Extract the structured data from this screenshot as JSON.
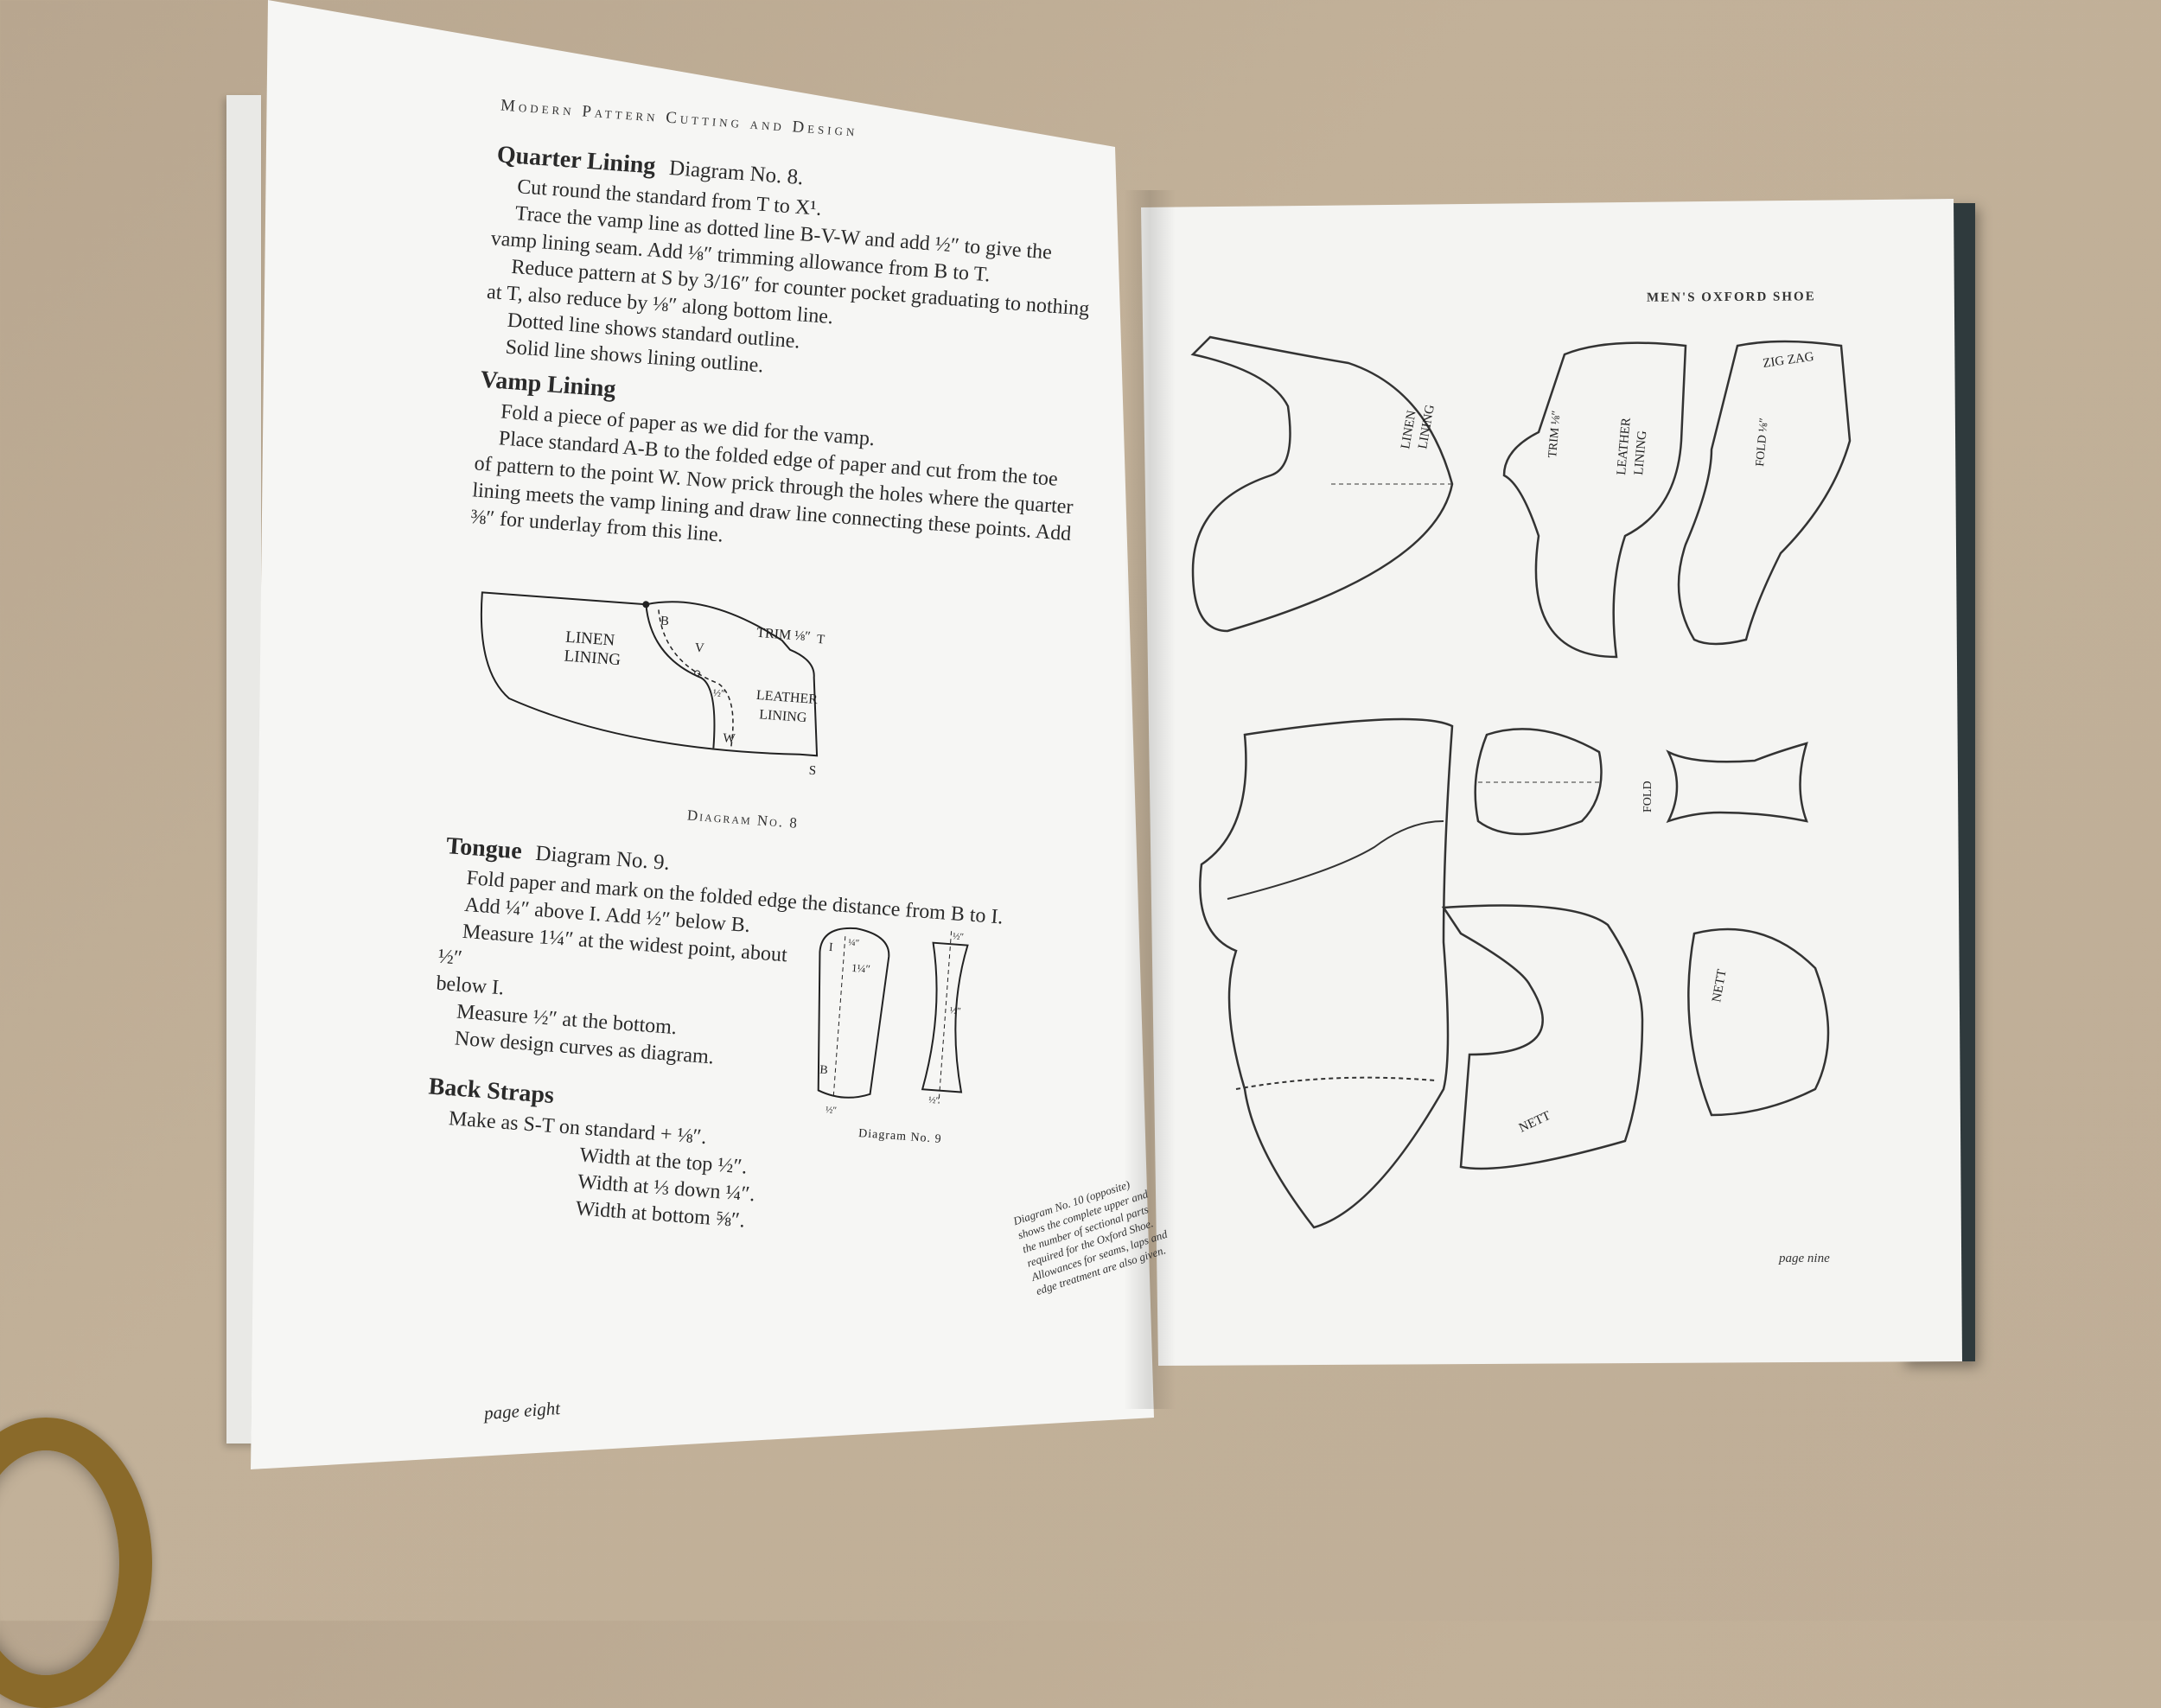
{
  "left_page": {
    "running_head": "Modern Pattern Cutting and Design",
    "quarter_lining": {
      "title": "Quarter Lining",
      "ref": "Diagram No. 8.",
      "lines": [
        "Cut round the standard from T to X¹.",
        "Trace the vamp line as dotted line B-V-W and add ½″ to give the vamp lining seam. Add ⅛″ trimming allowance from B to T.",
        "Reduce pattern at S by 3/16″ for counter pocket graduating to nothing at T, also reduce by ⅛″ along bottom line.",
        "Dotted line shows standard outline.",
        "Solid line shows lining outline."
      ]
    },
    "vamp_lining": {
      "title": "Vamp Lining",
      "lines": [
        "Fold a piece of paper as we did for the vamp.",
        "Place standard A-B to the folded edge of paper and cut from the toe of pattern to the point W. Now prick through the holes where the quarter lining meets the vamp lining and draw line connecting these points. Add ⅜″ for underlay from this line."
      ]
    },
    "diagram8": {
      "caption": "Diagram No. 8",
      "label_linen": "LINEN",
      "label_lining": "LINING",
      "label_leather": "LEATHER",
      "label_leather_lining": "LINING",
      "label_trim": "TRIM ⅛″",
      "label_b": "B",
      "label_v": "V",
      "label_w": "W",
      "label_t": "T",
      "label_s": "S",
      "label_half": "½″"
    },
    "tongue": {
      "title": "Tongue",
      "ref": "Diagram No. 9.",
      "lines": [
        "Fold paper and mark on the folded edge the distance from B to I.",
        "Add ¼″ above I.   Add ½″ below B.",
        "Measure 1¼″ at the widest point, about ½″",
        "below I.",
        "Measure ½″ at the bottom.",
        "Now design curves as diagram."
      ]
    },
    "diagram9": {
      "caption": "Diagram No. 9",
      "label_i": "I",
      "label_b": "B",
      "label_width": "1¼″",
      "label_quarter": "¼″",
      "label_half_top": "½″",
      "label_half_mid": "½″",
      "label_half_bottom": "½″",
      "label_half_b": "½″"
    },
    "back_straps": {
      "title": "Back Straps",
      "lines": [
        "Make as S-T on standard + ⅛″.",
        "Width at the top ½″.",
        "Width at ⅓ down ¼″.",
        "Width at bottom ⅝″."
      ]
    },
    "side_note": "Diagram No. 10 (opposite) shows the complete upper and the number of sectional parts required for the Oxford Shoe. Allowances for seams, laps and edge treatment are also given.",
    "page_number": "page eight"
  },
  "right_page": {
    "running_head": "MEN'S OXFORD SHOE",
    "labels": {
      "linen_lining_1": "LINEN",
      "linen_lining_2": "LINING",
      "trim": "TRIM ⅛″",
      "leather_lining_1": "LEATHER",
      "leather_lining_2": "LINING",
      "zig_zag": "ZIG  ZAG",
      "fold_a": "FOLD ⅛″",
      "fold_b": "FOLD",
      "nett_1": "NETT",
      "nett_2": "NETT"
    },
    "page_number": "page nine"
  }
}
